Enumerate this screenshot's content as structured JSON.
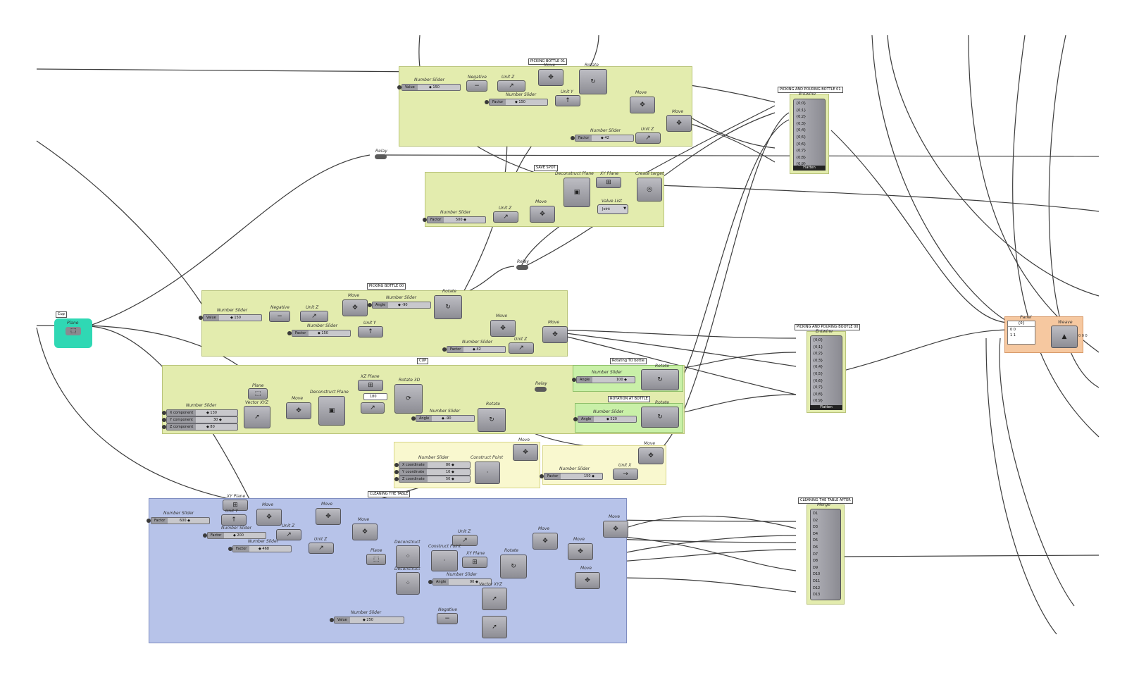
{
  "groups": {
    "cup_label": "Cup",
    "picking_bottle_01": "PICKING BOTTLE 01",
    "save_spot": "SAVE SPOT",
    "picking_bottle_00": "PICKING BOTTLE 00",
    "cup": "CUP",
    "rotating_to_bottle": "Rotating TO bottle",
    "rotation_at_bottle": "ROTATION AT BOTTLE",
    "cleaning_table": "CLEANING THE TABLE",
    "picking_pouring_01": "PICKING AND POURING BOTTLE 01",
    "picking_pouring_00": "PICKING AND POURING BOOTLE 00",
    "cleaning_table_after": "CLEANING THE TABLE AFTER"
  },
  "labels": {
    "number_slider": "Number Slider",
    "negative": "Negative",
    "unit_z": "Unit Z",
    "unit_y": "Unit Y",
    "unit_x": "Unit X",
    "move": "Move",
    "rotate": "Rotate",
    "rotate_3d": "Rotate 3D",
    "relay": "Relay",
    "deconstruct_plane": "Deconstruct Plane",
    "deconstruct": "Deconstruct",
    "xy_plane": "XY Plane",
    "xz_plane": "XZ Plane",
    "create_target": "Create target",
    "value_list": "Value List",
    "plane": "Plane",
    "vector_xyz": "Vector XYZ",
    "construct_point": "Construct Point",
    "entwine": "Entwine",
    "merge": "Merge",
    "panel": "Panel",
    "weave": "Weave",
    "flatten": "Flatten"
  },
  "sliders": {
    "b01_value": {
      "name": "Value",
      "value": "◆ 150"
    },
    "b01_factor150": {
      "name": "Factor",
      "value": "◆ 150"
    },
    "b01_factor42": {
      "name": "Factor",
      "value": "◆ 42"
    },
    "save_factor500": {
      "name": "Factor",
      "value": "500 ◆"
    },
    "b00_value": {
      "name": "Value",
      "value": "◆ 150"
    },
    "b00_angle": {
      "name": "Angle",
      "value": "◆ -90"
    },
    "b00_factor150": {
      "name": "Factor",
      "value": "◆ 150"
    },
    "b00_factor42": {
      "name": "Factor",
      "value": "◆ 42"
    },
    "cup_x": {
      "name": "X component",
      "value": "◆ 130"
    },
    "cup_y": {
      "name": "Y component",
      "value": "30 ◆"
    },
    "cup_z": {
      "name": "Z component",
      "value": "◆ 80"
    },
    "cup_180": {
      "name": "",
      "value": "180"
    },
    "cup_angle": {
      "name": "Angle",
      "value": "◆ -90"
    },
    "rot_to_angle": {
      "name": "Angle",
      "value": "100 ◆"
    },
    "rot_at_angle": {
      "name": "Angle",
      "value": "◆ 520"
    },
    "pt_x": {
      "name": "X coordinate",
      "value": "80 ◆"
    },
    "pt_y": {
      "name": "Y coordinate",
      "value": "10 ◆"
    },
    "pt_z": {
      "name": "Z coordinate",
      "value": "50 ◆"
    },
    "ux_factor": {
      "name": "Factor",
      "value": "150 ◆"
    },
    "ct_factor600": {
      "name": "Factor",
      "value": "600 ◆"
    },
    "ct_factor200": {
      "name": "Factor",
      "value": "◆ 200"
    },
    "ct_factor468": {
      "name": "Factor",
      "value": "◆ 468"
    },
    "ct_angle90": {
      "name": "Angle",
      "value": "90 ◆"
    },
    "ct_value250": {
      "name": "Value",
      "value": "◆ 250"
    }
  },
  "value_list": {
    "selected": "Joint"
  },
  "entwine_inputs": [
    "{0;0}",
    "{0;1}",
    "{0;2}",
    "{0;3}",
    "{0;4}",
    "{0;5}",
    "{0;6}",
    "{0;7}",
    "{0;8}",
    "{0;9}"
  ],
  "merge_inputs": [
    "D1",
    "D2",
    "D3",
    "D4",
    "D5",
    "D6",
    "D7",
    "D8",
    "D9",
    "D10",
    "D11",
    "D12",
    "D13"
  ],
  "panel": {
    "header": "{0}",
    "rows": [
      "0  0",
      "1  1"
    ]
  },
  "weave_output": "0 0 0",
  "colors": {
    "group_green": "#e3ecae",
    "group_lightgreen": "#c9f0a8",
    "group_yellow": "#f9f8cf",
    "group_blue": "#b7c3e9",
    "group_orange": "#f6c8a0",
    "cup_plane": "#2fd8b4",
    "wire": "#3c3c3c"
  }
}
